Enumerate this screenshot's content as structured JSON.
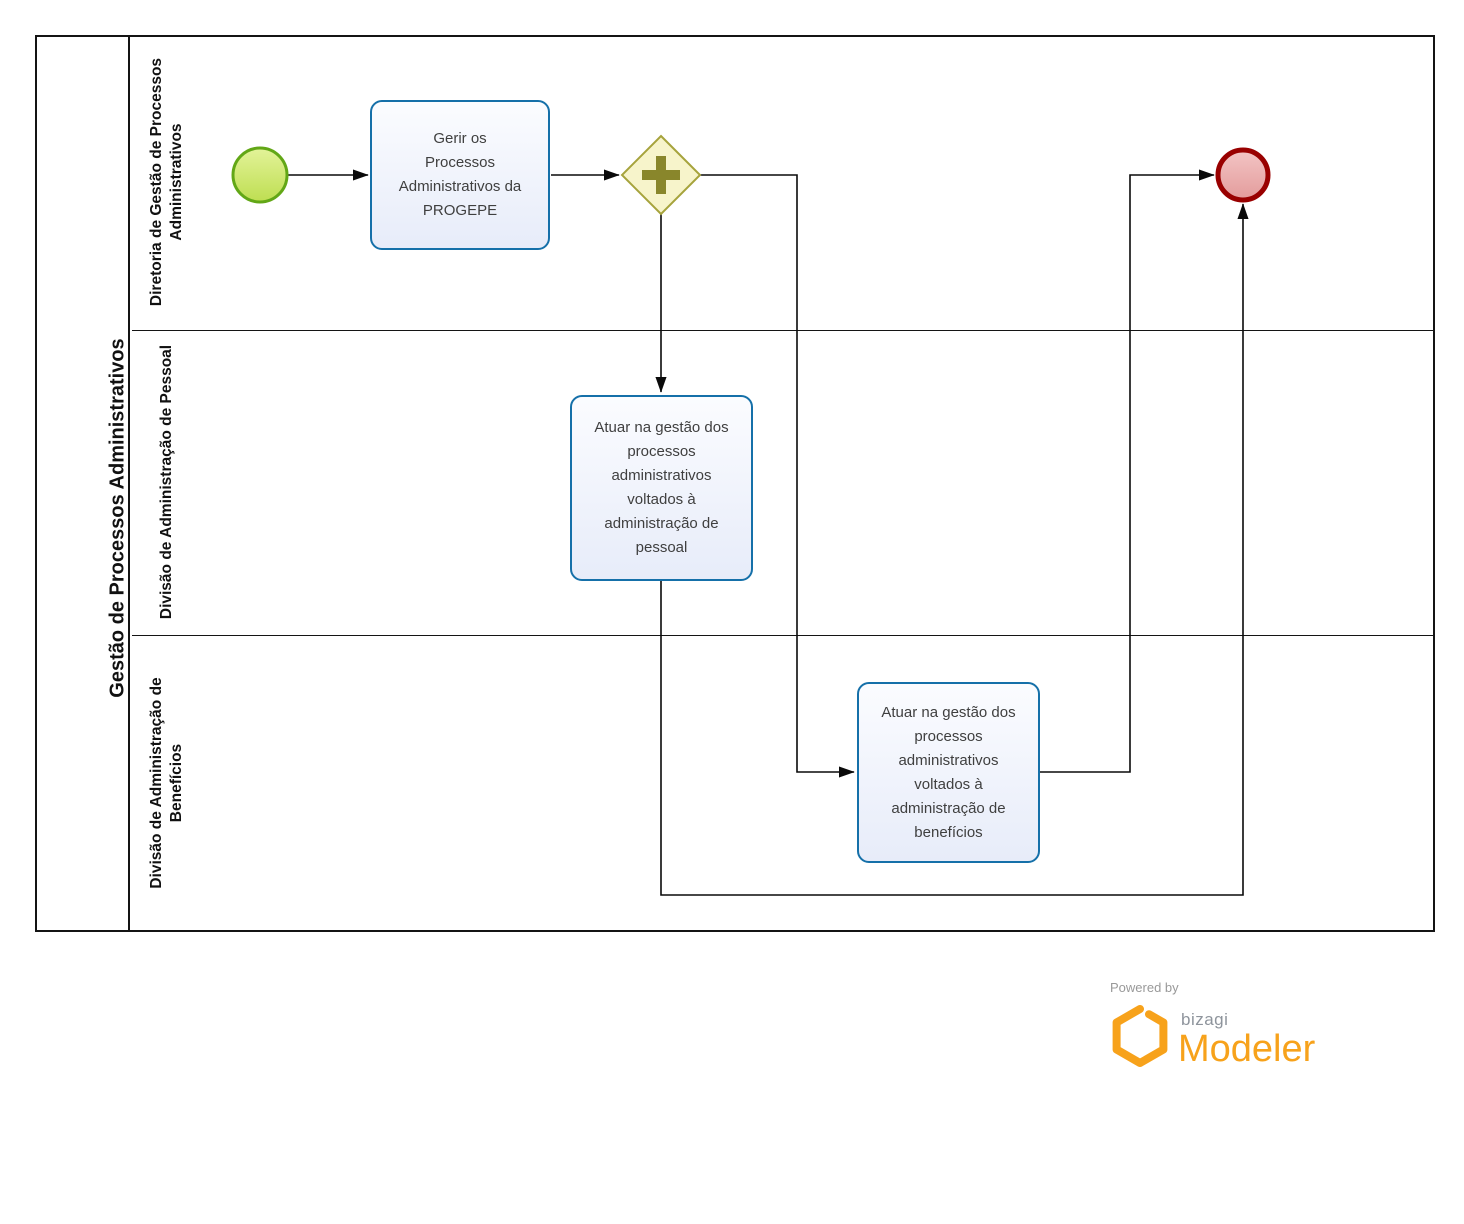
{
  "diagram": {
    "pool": {
      "title": "Gestão de Processos Administrativos",
      "lanes": [
        {
          "label": "Diretoria de Gestão de Processos Administrativos"
        },
        {
          "label": "Divisão de Administração de Pessoal"
        },
        {
          "label": "Divisão de Administração de Benefícios"
        }
      ]
    },
    "nodes": {
      "start": {
        "type": "start-event"
      },
      "task1": {
        "label": "Gerir os Processos Administrativos da PROGEPE"
      },
      "gateway": {
        "type": "parallel-gateway"
      },
      "task2": {
        "label": "Atuar na gestão dos processos administrativos voltados à administração de pessoal"
      },
      "task3": {
        "label": "Atuar na gestão dos processos administrativos voltados à administração de benefícios"
      },
      "end": {
        "type": "end-event"
      }
    }
  },
  "colors": {
    "pool_border": "#141414",
    "task_border": "#1570a9",
    "task_fill": "#e9edf9",
    "start_stroke": "#62a716",
    "start_fill": "#c9e763",
    "gateway_fill": "#f7f4cb",
    "gateway_stroke": "#a6a33c",
    "gateway_symbol": "#89862b",
    "end_stroke": "#990000",
    "end_fill": "#eba8a8",
    "flow": "#0a0a0a",
    "accent_orange": "#f7a21b"
  },
  "footer": {
    "powered_by": "Powered by",
    "brand": "bizagi",
    "product": "Modeler"
  }
}
